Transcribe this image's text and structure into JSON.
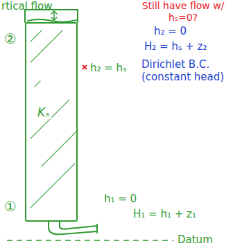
{
  "diagram": {
    "nodes": [
      {
        "text": [
          "Kₛ"
        ]
      }
    ],
    "labels": [
      "rtical flow",
      "Still have flow w/ hₛ=0?",
      "h₂ = 0",
      "H₂ = hₛ + z₂",
      "Dirichlet B.C. (constant head)",
      "②",
      "h₂ = hₛ",
      "①",
      "h₁ = 0",
      "H₁ = h₁ + z₁",
      "Datum"
    ]
  }
}
